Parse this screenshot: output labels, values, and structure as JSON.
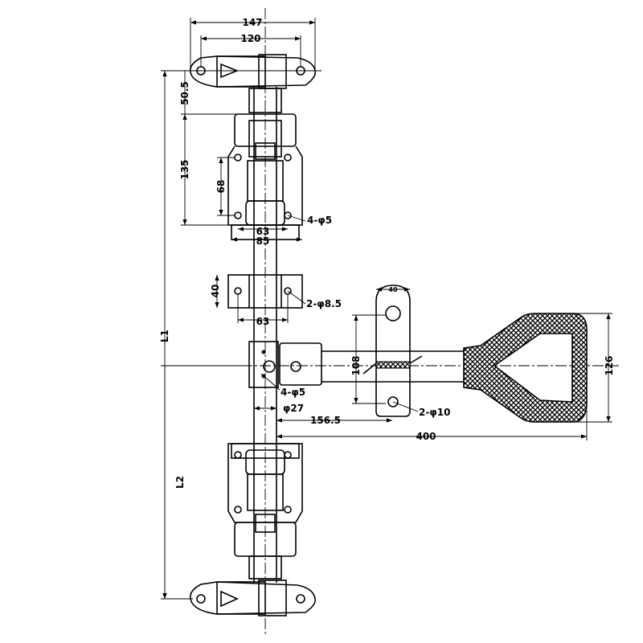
{
  "drawing": {
    "dimensions": {
      "overall_width": "147",
      "hole_spacing": "120",
      "offset_top": "50.5",
      "bracket_height": "135",
      "bracket_hole_spacing_v": "68",
      "bracket_holes": "4-φ5",
      "bracket_hole_spacing_h": "63",
      "bracket_width": "85",
      "guide_height": "40",
      "guide_holes": "2-φ8.5",
      "guide_hole_spacing": "63",
      "total_length": "L1",
      "strap_width": "40",
      "strap_hole_spacing": "108",
      "handle_height": "126",
      "lock_holes": "4-φ5",
      "rod_diameter": "φ27",
      "strap_offset": "156.5",
      "strap_holes": "2-φ10",
      "handle_length": "400",
      "lower_length": "L2"
    }
  }
}
